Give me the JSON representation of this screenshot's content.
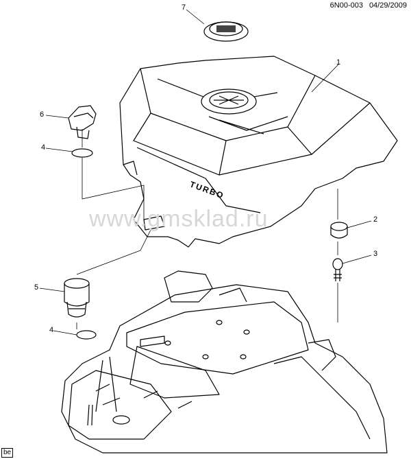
{
  "header": {
    "ref_code": "6N00-003",
    "date": "04/29/2009"
  },
  "watermark": "www.gmsklad.ru",
  "cover_text": "TURBO",
  "callouts": [
    "1",
    "2",
    "3",
    "4",
    "4",
    "5",
    "6",
    "7"
  ],
  "corner_tag": "be"
}
